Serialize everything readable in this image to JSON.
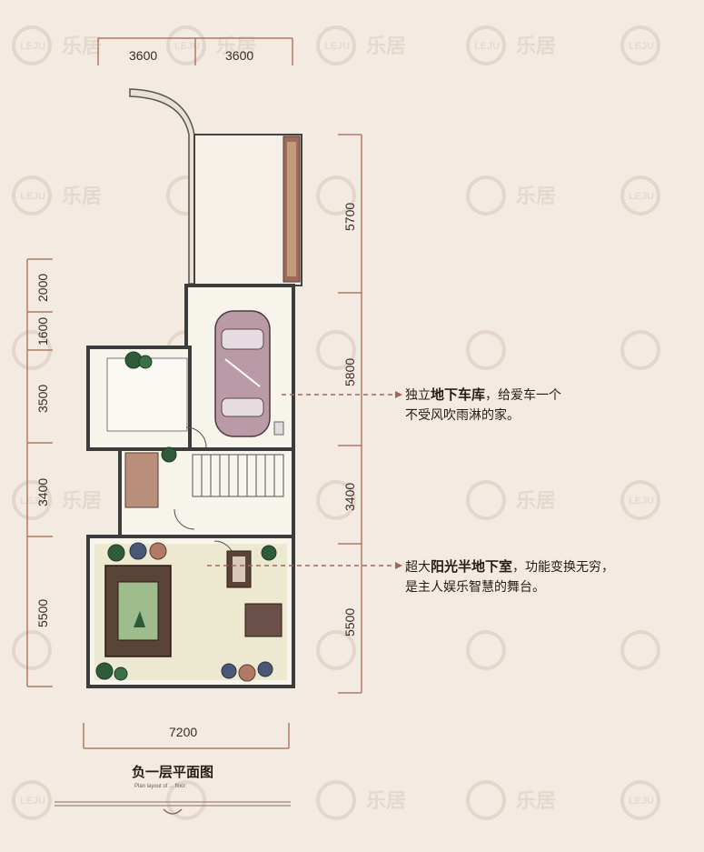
{
  "plan": {
    "title": "负一层平面图",
    "subtitle_en": "Plan layout of ... floor",
    "watermark": "乐居",
    "watermark_logo": "LEJU",
    "dimensions": {
      "top": [
        "3600",
        "3600"
      ],
      "bottom": [
        "7200"
      ],
      "left": [
        "2000",
        "1600",
        "3500",
        "3400",
        "5500"
      ],
      "right": [
        "5700",
        "5800",
        "3400",
        "5500"
      ]
    },
    "annotations": [
      {
        "line1_pre": "独立",
        "line1_bold": "地下车库",
        "line1_post": "，给爱车一个",
        "line2": "不受风吹雨淋的家。"
      },
      {
        "line1_pre": "超大",
        "line1_bold": "阳光半地下室",
        "line1_post": "，功能变换无穷，",
        "line2": "是主人娱乐智慧的舞台。"
      }
    ]
  },
  "colors": {
    "background": "#f3ebe2",
    "dimension_line": "#b07a66",
    "wall": "#3c3c3c",
    "floor": "#f7f4ec",
    "car": "#b99aa6",
    "lawn": "#d9d3a8",
    "leader": "#a0685a"
  }
}
